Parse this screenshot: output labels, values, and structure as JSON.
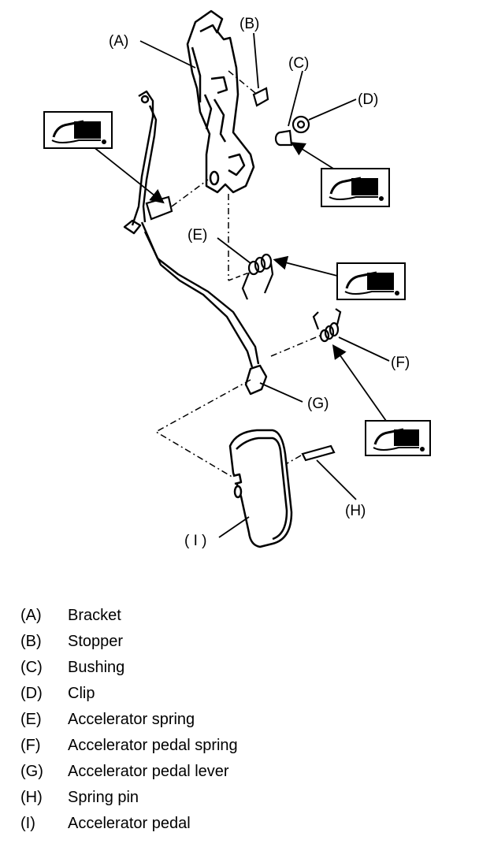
{
  "callouts": {
    "A": "(A)",
    "B": "(B)",
    "C": "(C)",
    "D": "(D)",
    "E": "(E)",
    "F": "(F)",
    "G": "(G)",
    "H": "(H)",
    "I": "( I )"
  },
  "legend": [
    {
      "code": "(A)",
      "text": "Bracket"
    },
    {
      "code": "(B)",
      "text": "Stopper"
    },
    {
      "code": "(C)",
      "text": "Bushing"
    },
    {
      "code": "(D)",
      "text": "Clip"
    },
    {
      "code": "(E)",
      "text": "Accelerator spring"
    },
    {
      "code": "(F)",
      "text": "Accelerator pedal spring"
    },
    {
      "code": "(G)",
      "text": "Accelerator pedal lever"
    },
    {
      "code": "(H)",
      "text": "Spring pin"
    },
    {
      "code": "(I)",
      "text": "Accelerator pedal"
    }
  ],
  "icons": [
    "grease-icon"
  ]
}
